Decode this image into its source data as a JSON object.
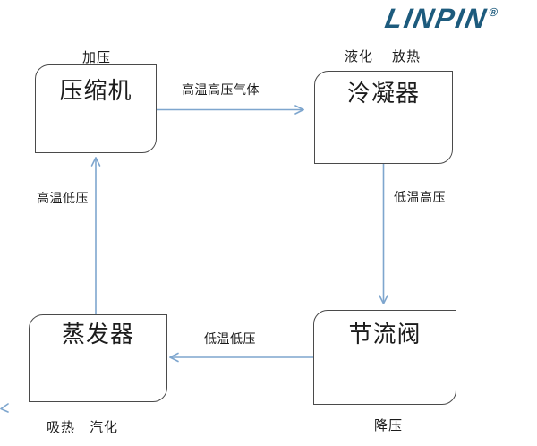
{
  "logo": {
    "text": "LINPIN",
    "registered": "®"
  },
  "nodes": [
    {
      "id": "compressor",
      "label": "压缩机"
    },
    {
      "id": "condenser",
      "label": "泠凝器"
    },
    {
      "id": "throttle-valve",
      "label": "节流阀"
    },
    {
      "id": "evaporator",
      "label": "蒸发器"
    }
  ],
  "edges": [
    {
      "from": "compressor",
      "to": "condenser",
      "direction": "right",
      "label": "高温高压气体"
    },
    {
      "from": "condenser",
      "to": "throttle-valve",
      "direction": "down",
      "label": "低温高压"
    },
    {
      "from": "throttle-valve",
      "to": "evaporator",
      "direction": "left",
      "label": "低温低压"
    },
    {
      "from": "evaporator",
      "to": "compressor",
      "direction": "up",
      "label": "高温低压"
    }
  ],
  "annotations": {
    "compressor_top": "加压",
    "condenser_top_left": "液化",
    "condenser_top_right": "放热",
    "throttle_bottom": "降压",
    "evaporator_bottom_left": "吸热",
    "evaporator_bottom_right": "汽化"
  },
  "colors": {
    "arrow": "#7ea6ce",
    "box_border": "#4a4a4a",
    "text": "#1c1c1c",
    "logo": "#1d5b7d"
  }
}
